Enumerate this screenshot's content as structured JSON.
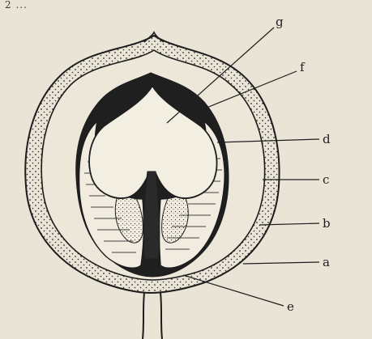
{
  "figure": {
    "top_text": "2 ...",
    "labels": {
      "a": "a",
      "b": "b",
      "c": "c",
      "d": "d",
      "e": "e",
      "f": "f",
      "g": "g"
    }
  }
}
